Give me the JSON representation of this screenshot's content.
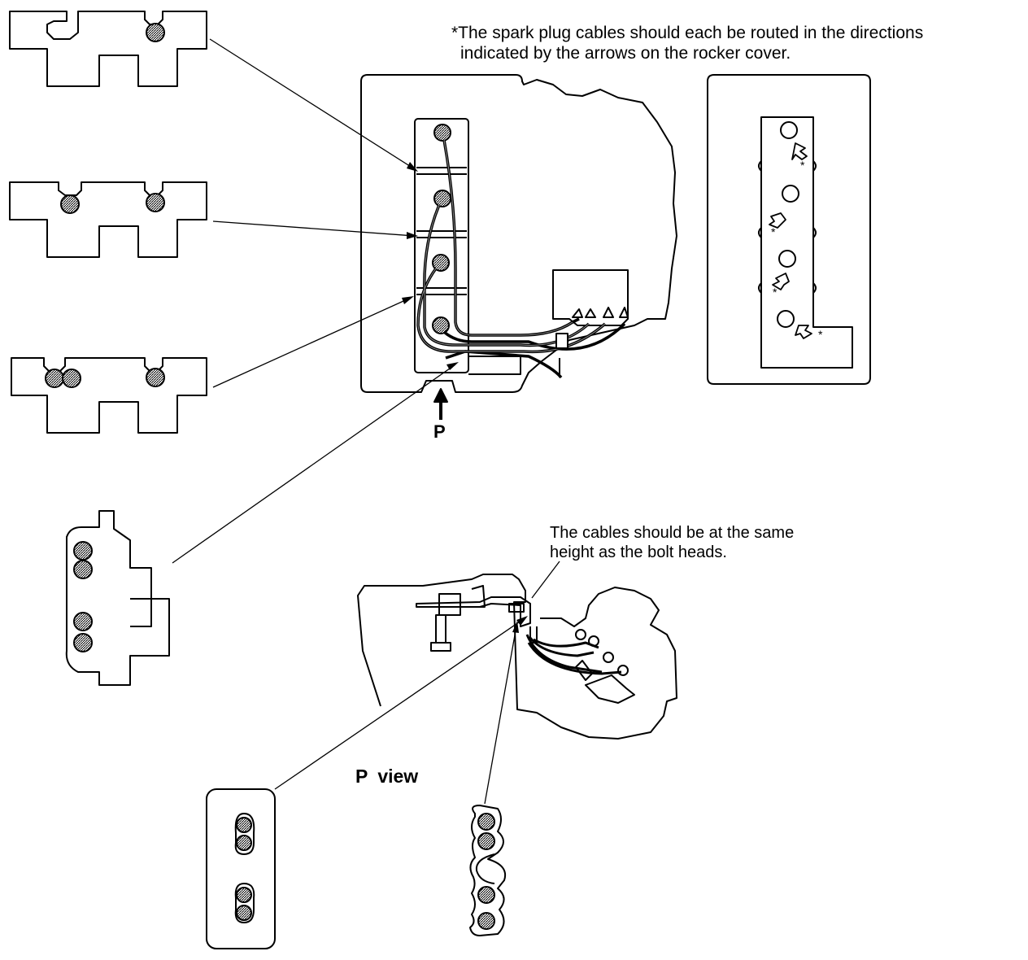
{
  "notes": {
    "routing_line1": "*The spark plug cables should each be routed in the directions",
    "routing_line2": "indicated by the arrows on the rocker cover.",
    "height_line1": "The cables should be at the same",
    "height_line2": "height as the bolt heads."
  },
  "labels": {
    "arrow_label": "P",
    "view_label": "P  view",
    "asterisk": "*"
  },
  "colors": {
    "ink": "#000000",
    "cable_fill": "#8a8a8a",
    "paper": "#ffffff"
  }
}
